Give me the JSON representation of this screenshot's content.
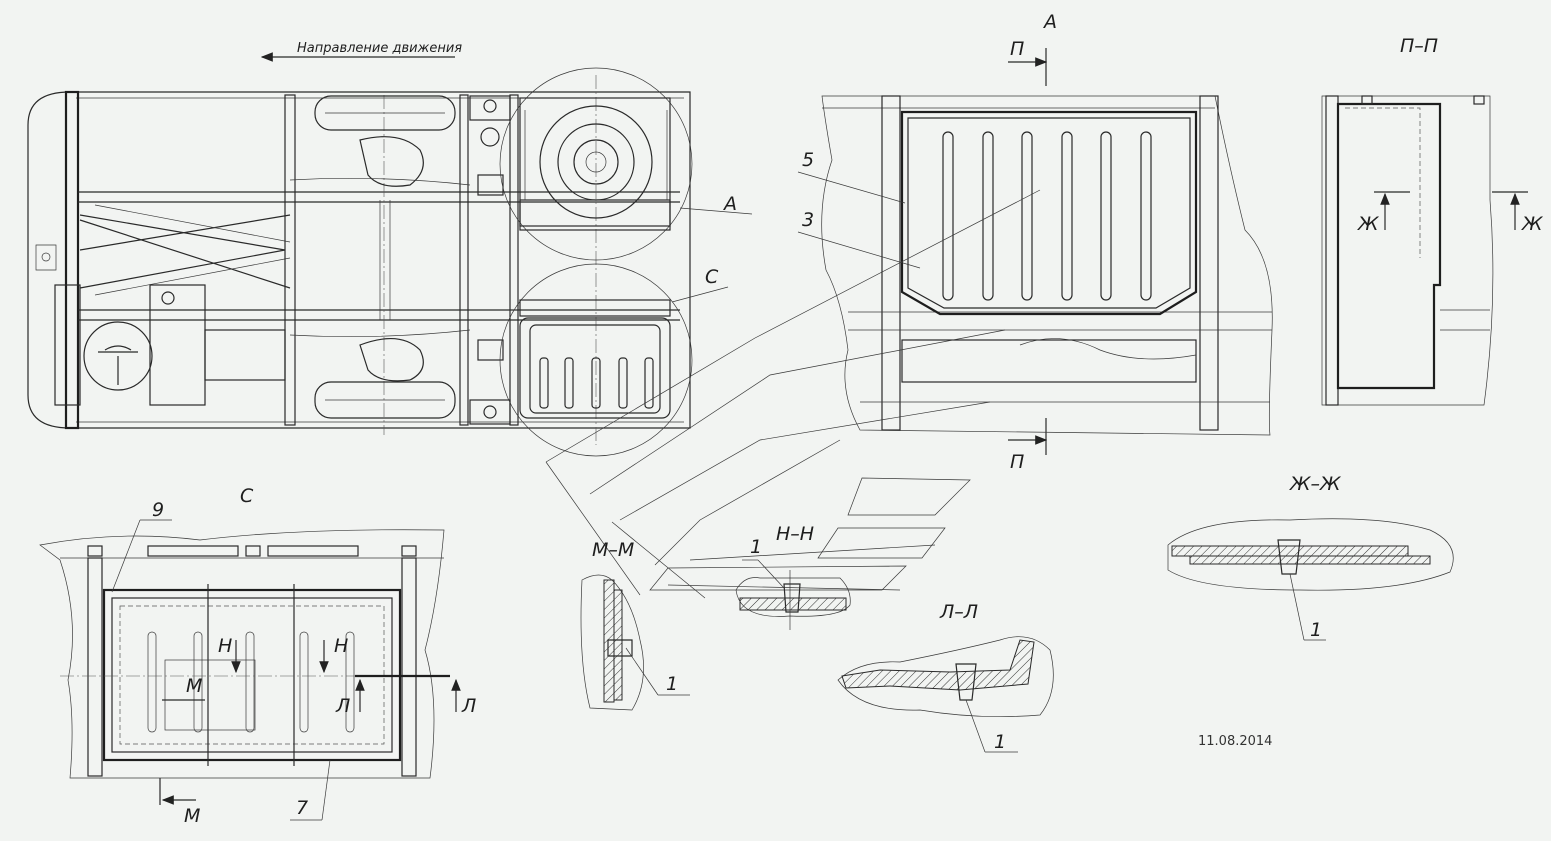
{
  "header": {
    "direction_label": "Направление движения"
  },
  "views": {
    "view_a": "А",
    "view_c_callout": "С",
    "view_c_title": "С",
    "section_pp_marker": "П",
    "section_pp_title": "П–П",
    "section_zhzh_marker": "Ж",
    "section_zhzh_title": "Ж–Ж",
    "section_nn_marker": "Н",
    "section_nn_title": "Н–Н",
    "section_mm_marker": "М",
    "section_mm_title": "М–М",
    "section_ll_marker": "Л",
    "section_ll_title": "Л–Л"
  },
  "callouts": {
    "item_5": "5",
    "item_3": "3",
    "item_9": "9",
    "item_7": "7",
    "item_1": "1"
  },
  "footer": {
    "date": "11.08.2014"
  }
}
